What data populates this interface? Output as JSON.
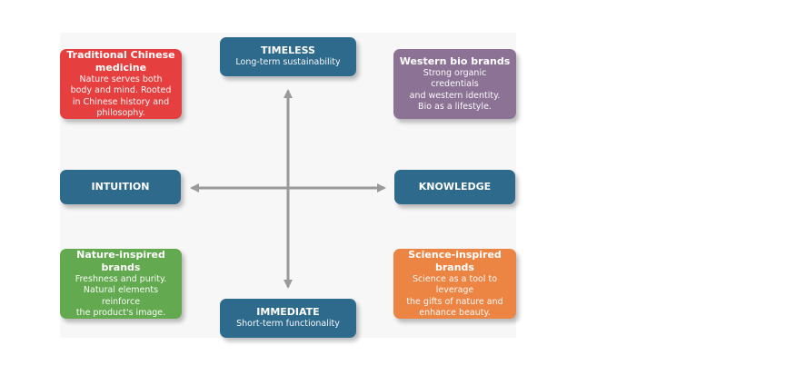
{
  "axes": {
    "top": {
      "title": "TIMELESS",
      "subtitle": "Long-term sustainability"
    },
    "bottom": {
      "title": "IMMEDIATE",
      "subtitle": "Short-term functionality"
    },
    "left": {
      "title": "INTUITION"
    },
    "right": {
      "title": "KNOWLEDGE"
    }
  },
  "quadrants": {
    "top_left": {
      "title": "Traditional Chinese medicine",
      "lines": [
        "Nature serves both",
        "body and mind. Rooted",
        "in Chinese history and",
        "philosophy."
      ]
    },
    "top_right": {
      "title": "Western bio brands",
      "lines": [
        "Strong organic credentials",
        "and western identity.",
        "Bio as a lifestyle."
      ]
    },
    "bottom_left": {
      "title": "Nature-inspired brands",
      "lines": [
        "Freshness and purity.",
        "Natural elements reinforce",
        "the product's image."
      ]
    },
    "bottom_right": {
      "title": "Science-inspired brands",
      "lines": [
        "Science as a tool to leverage",
        "the gifts of nature and",
        "enhance beauty."
      ]
    }
  },
  "colors": {
    "axis_box": "#2e6a8c",
    "traditional_chinese_medicine": "#e5403f",
    "western_bio_brands": "#8c7396",
    "nature_inspired_brands": "#62a94f",
    "science_inspired_brands": "#ec8443",
    "arrow": "#9a9a9a"
  }
}
